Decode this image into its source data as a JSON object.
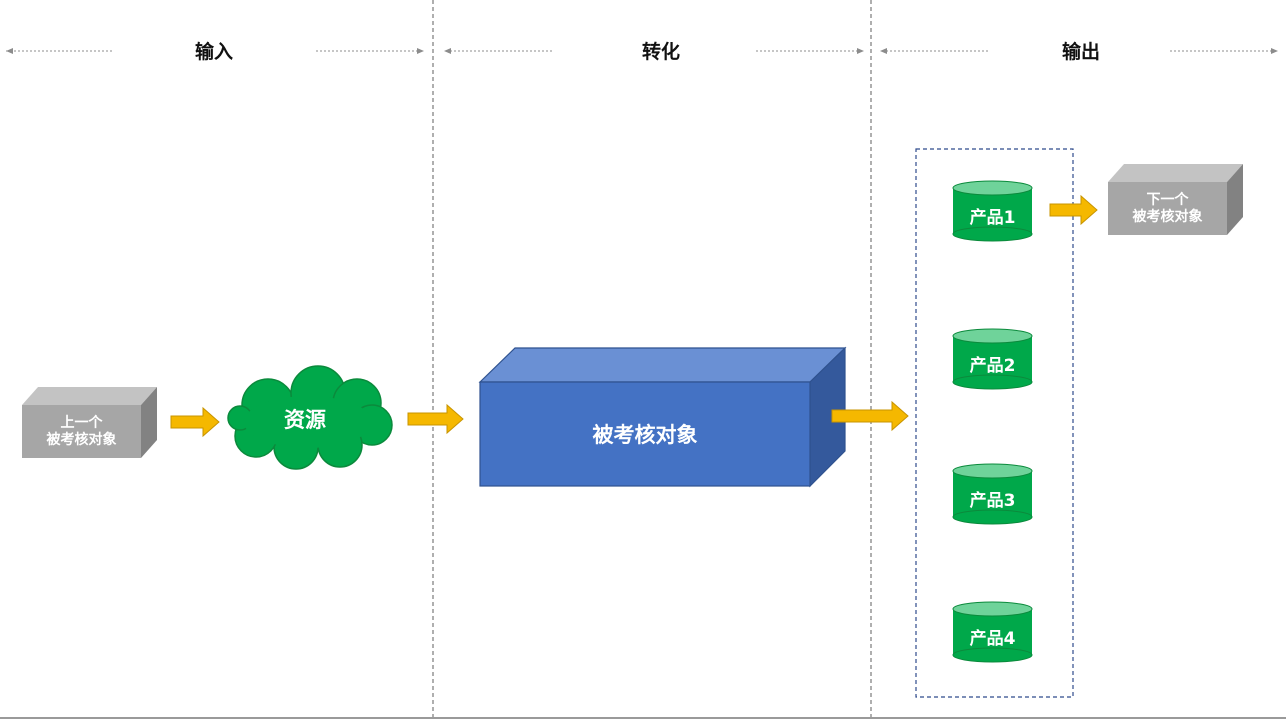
{
  "sections": {
    "input": "输入",
    "transform": "转化",
    "output": "输出"
  },
  "nodes": {
    "previous_object_line1": "上一个",
    "previous_object_line2": "被考核对象",
    "resource": "资源",
    "assessed_object": "被考核对象",
    "next_object_line1": "下一个",
    "next_object_line2": "被考核对象",
    "products": [
      "产品1",
      "产品2",
      "产品3",
      "产品4"
    ]
  },
  "colors": {
    "arrow": "#f5b800",
    "arrow_stroke": "#c89400",
    "green": "#00a84a",
    "green_top": "#6fd39a",
    "blue_front": "#4472c4",
    "blue_top": "#6a90d4",
    "blue_side": "#34599c",
    "gray_front": "#a6a6a6",
    "gray_top": "#c3c3c3",
    "gray_side": "#828282",
    "dashed_box": "#2f4b8c"
  }
}
